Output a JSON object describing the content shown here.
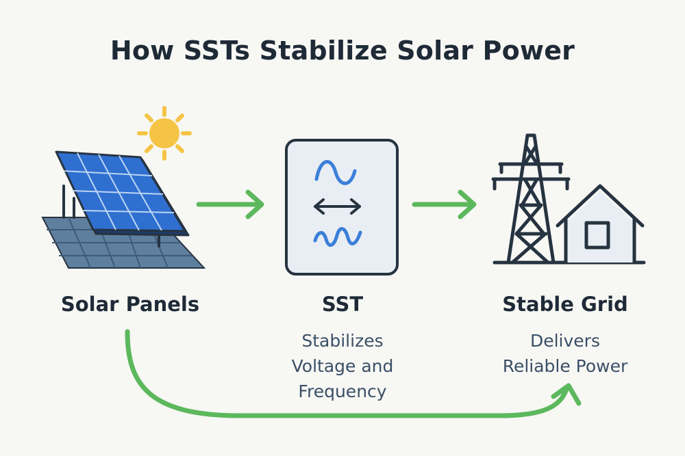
{
  "title": "How SSTs Stabilize Solar Power",
  "steps": [
    {
      "label": "Solar Panels",
      "icon": "solar-panel-icon",
      "description_lines": []
    },
    {
      "label": "SST",
      "icon": "sst-transformer-icon",
      "description_lines": [
        "Stabilizes",
        "Voltage and",
        "Frequency"
      ]
    },
    {
      "label": "Stable Grid",
      "icon": "power-tower-house-icon",
      "description_lines": [
        "Delivers",
        "Reliable Power"
      ]
    }
  ],
  "colors": {
    "background": "#f7f7f4",
    "text": "#1f2a37",
    "subtext": "#3a4f66",
    "arrow": "#5cb85c",
    "panel_blue": "#2f6fd0",
    "sun": "#f6c445",
    "wave": "#3b7fd9",
    "outline": "#263340"
  }
}
